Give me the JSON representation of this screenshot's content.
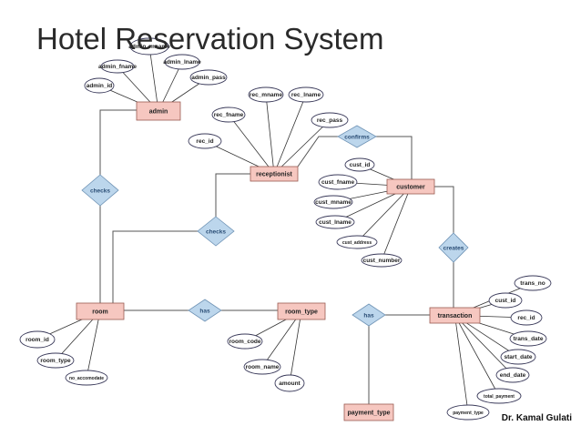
{
  "title": "Hotel Reservation System",
  "author": "Dr. Kamal Gulati",
  "colors": {
    "entity_fill": "#f6c7c0",
    "relationship_fill": "#bcd6ec",
    "attribute_fill": "#ffffff"
  },
  "entities": [
    {
      "id": "admin",
      "label": "admin"
    },
    {
      "id": "receptionist",
      "label": "receptionist"
    },
    {
      "id": "customer",
      "label": "customer"
    },
    {
      "id": "room",
      "label": "room"
    },
    {
      "id": "room_type",
      "label": "room_type"
    },
    {
      "id": "transaction",
      "label": "transaction"
    },
    {
      "id": "payment_type",
      "label": "payment_type"
    }
  ],
  "relationships": [
    {
      "id": "checks_admin",
      "label": "checks",
      "connects": [
        "admin",
        "room"
      ]
    },
    {
      "id": "checks_recep",
      "label": "checks",
      "connects": [
        "receptionist",
        "room"
      ]
    },
    {
      "id": "confirms",
      "label": "confirms",
      "connects": [
        "receptionist",
        "customer"
      ]
    },
    {
      "id": "creates",
      "label": "creates",
      "connects": [
        "customer",
        "transaction"
      ]
    },
    {
      "id": "has_room",
      "label": "has",
      "connects": [
        "room",
        "room_type"
      ]
    },
    {
      "id": "has_pay",
      "label": "has",
      "connects": [
        "transaction",
        "payment_type"
      ]
    }
  ],
  "attributes": [
    {
      "id": "admin_id",
      "label": "admin_id",
      "entity": "admin"
    },
    {
      "id": "admin_fname",
      "label": "admin_fname",
      "entity": "admin"
    },
    {
      "id": "admin_mname",
      "label": "admin_mname",
      "entity": "admin"
    },
    {
      "id": "admin_lname",
      "label": "admin_lname",
      "entity": "admin"
    },
    {
      "id": "admin_pass",
      "label": "admin_pass",
      "entity": "admin"
    },
    {
      "id": "rec_id",
      "label": "rec_id",
      "entity": "receptionist"
    },
    {
      "id": "rec_fname",
      "label": "rec_fname",
      "entity": "receptionist"
    },
    {
      "id": "rec_mname",
      "label": "rec_mname",
      "entity": "receptionist"
    },
    {
      "id": "rec_lname",
      "label": "rec_lname",
      "entity": "receptionist"
    },
    {
      "id": "rec_pass",
      "label": "rec_pass",
      "entity": "receptionist"
    },
    {
      "id": "cust_id",
      "label": "cust_id",
      "entity": "customer"
    },
    {
      "id": "cust_fname",
      "label": "cust_fname",
      "entity": "customer"
    },
    {
      "id": "cust_mname",
      "label": "cust_mname",
      "entity": "customer"
    },
    {
      "id": "cust_lname",
      "label": "cust_lname",
      "entity": "customer"
    },
    {
      "id": "cust_address",
      "label": "cust_address",
      "entity": "customer"
    },
    {
      "id": "cust_number",
      "label": "cust_number",
      "entity": "customer"
    },
    {
      "id": "room_id",
      "label": "room_id",
      "entity": "room"
    },
    {
      "id": "room_type_attr",
      "label": "room_type",
      "entity": "room"
    },
    {
      "id": "no_accomodate",
      "label": "no_accomodate",
      "entity": "room"
    },
    {
      "id": "room_code",
      "label": "room_code",
      "entity": "room_type"
    },
    {
      "id": "room_name",
      "label": "room_name",
      "entity": "room_type"
    },
    {
      "id": "amount",
      "label": "amount",
      "entity": "room_type"
    },
    {
      "id": "trans_no",
      "label": "trans_no",
      "entity": "transaction"
    },
    {
      "id": "t_cust_id",
      "label": "cust_id",
      "entity": "transaction"
    },
    {
      "id": "t_rec_id",
      "label": "rec_id",
      "entity": "transaction"
    },
    {
      "id": "trans_date",
      "label": "trans_date",
      "entity": "transaction"
    },
    {
      "id": "start_date",
      "label": "start_date",
      "entity": "transaction"
    },
    {
      "id": "end_date",
      "label": "end_date",
      "entity": "transaction"
    },
    {
      "id": "total_payment",
      "label": "total_payment",
      "entity": "transaction"
    },
    {
      "id": "t_payment_type",
      "label": "payment_type",
      "entity": "transaction"
    }
  ]
}
